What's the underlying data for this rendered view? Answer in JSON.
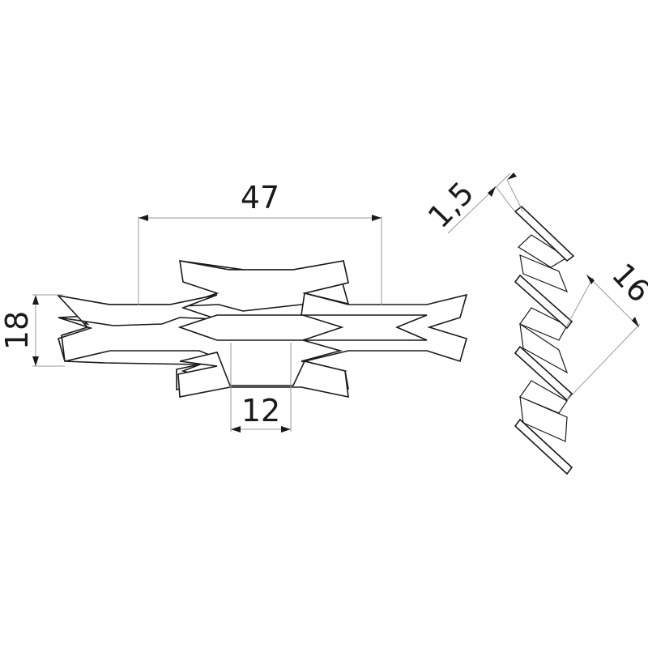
{
  "dimensions": {
    "pitch_long": "47",
    "pitch_short": "18",
    "strand_gap": "12",
    "thickness": "1,5",
    "section_height": "16"
  }
}
